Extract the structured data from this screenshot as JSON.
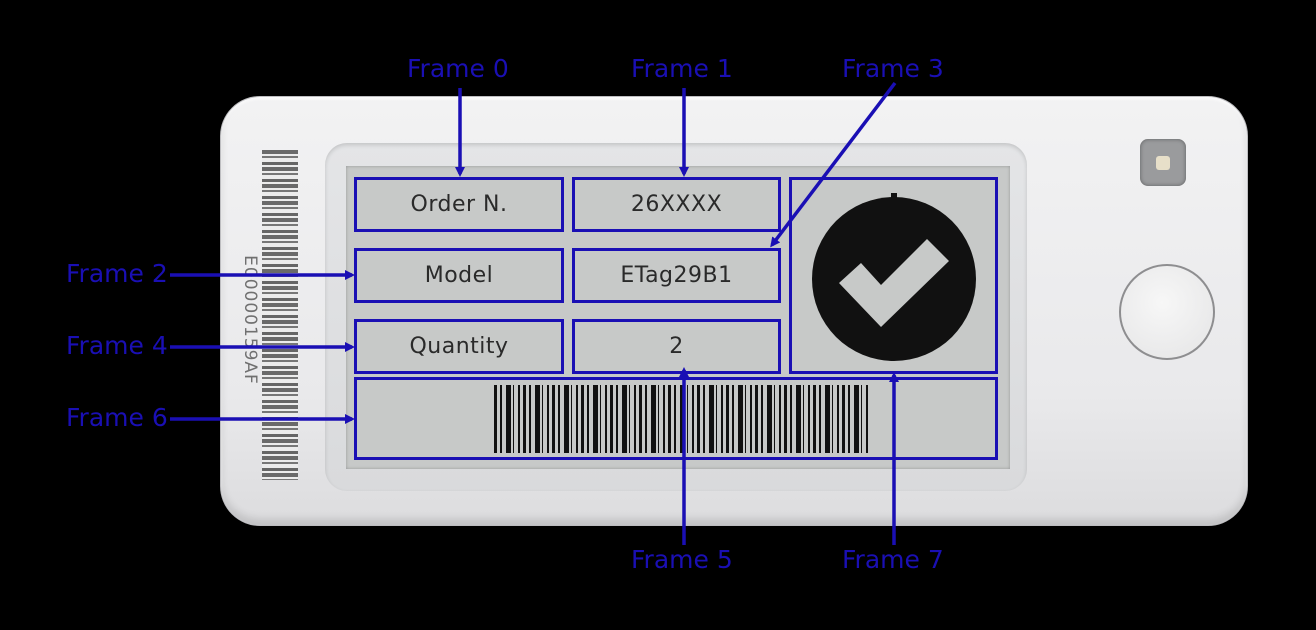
{
  "diagram": {
    "device": {
      "serial_number": "E00000159AF",
      "display": {
        "frames": [
          {
            "id": 0,
            "label": "Frame 0",
            "content": "Order N."
          },
          {
            "id": 1,
            "label": "Frame 1",
            "content": "26XXXX"
          },
          {
            "id": 2,
            "label": "Frame 2",
            "content": "Model"
          },
          {
            "id": 3,
            "label": "Frame 3",
            "content": "ETag29B1"
          },
          {
            "id": 4,
            "label": "Frame 4",
            "content": "Quantity"
          },
          {
            "id": 5,
            "label": "Frame 5",
            "content": "2"
          },
          {
            "id": 6,
            "label": "Frame 6",
            "content": "barcode"
          },
          {
            "id": 7,
            "label": "Frame 7",
            "content": "checkmark-icon"
          }
        ]
      }
    },
    "colors": {
      "annotation": "#1a0fb4",
      "screen": "#c7c9c8",
      "device_body": "#eeeeef",
      "background": "#000000"
    }
  }
}
